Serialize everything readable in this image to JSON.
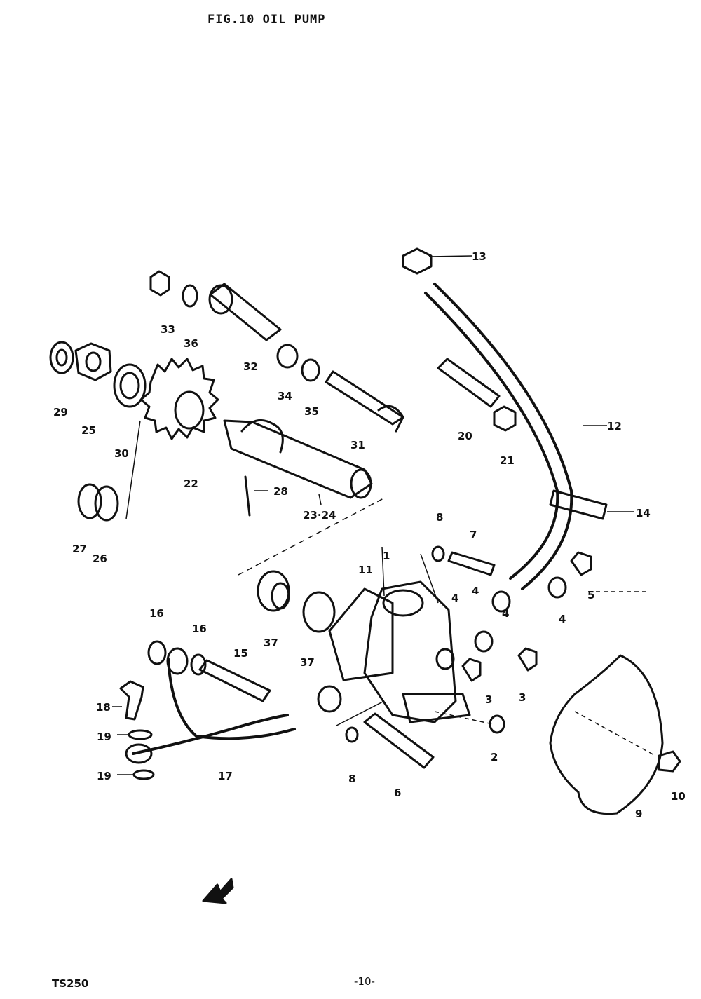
{
  "title": "FIG.10  OIL PUMP",
  "footer_model": "TS250",
  "footer_page": "-10-",
  "callouts": [
    "1",
    "2",
    "3",
    "3",
    "4",
    "4",
    "4",
    "4",
    "5",
    "6",
    "7",
    "8",
    "8",
    "9",
    "10",
    "11",
    "12",
    "13",
    "14",
    "15",
    "16",
    "16",
    "17",
    "18",
    "19",
    "19",
    "20",
    "21",
    "22",
    "23·24",
    "25",
    "26",
    "27",
    "28",
    "29",
    "30",
    "31",
    "32",
    "33",
    "34",
    "35",
    "36",
    "37",
    "37"
  ]
}
